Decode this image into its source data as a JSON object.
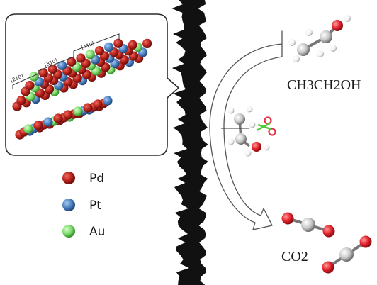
{
  "legend": [
    {
      "label": "Pd",
      "color": "#b5221b"
    },
    {
      "label": "Pt",
      "color": "#4a7fc1"
    },
    {
      "label": "Au",
      "color": "#7ad96a"
    }
  ],
  "surface_facets": [
    "[210]",
    "[310]",
    "[410]"
  ],
  "molecules": {
    "ethanol_label": "CH3CH2OH",
    "co2_label": "CO2"
  },
  "colors": {
    "carbon": "#c7c7c7",
    "oxygen": "#e0202a",
    "hydrogen": "#f4f4f4",
    "nanowire": "#111111",
    "scissors": "#e8324a"
  }
}
